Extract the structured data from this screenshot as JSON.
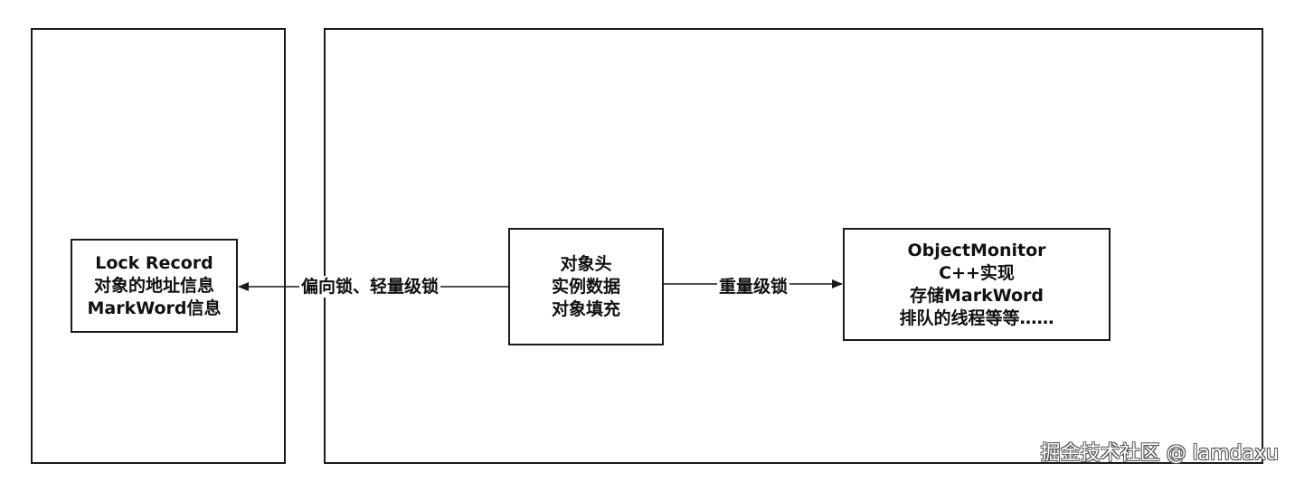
{
  "nodes": {
    "lock_record": {
      "lines": [
        "Lock Record",
        "对象的地址信息",
        "MarkWord信息"
      ]
    },
    "object_header": {
      "lines": [
        "对象头",
        "实例数据",
        "对象填充"
      ]
    },
    "object_monitor": {
      "lines": [
        "ObjectMonitor",
        "C++实现",
        "存储MarkWord",
        "排队的线程等等……"
      ]
    }
  },
  "edges": {
    "to_lock_record": "偏向锁、轻量级锁",
    "to_object_monitor": "重量级锁"
  },
  "watermark": "掘金技术社区 @ lamdaxu",
  "colors": {
    "stroke": "#1a1a1a",
    "text": "#111111",
    "background": "#ffffff"
  }
}
